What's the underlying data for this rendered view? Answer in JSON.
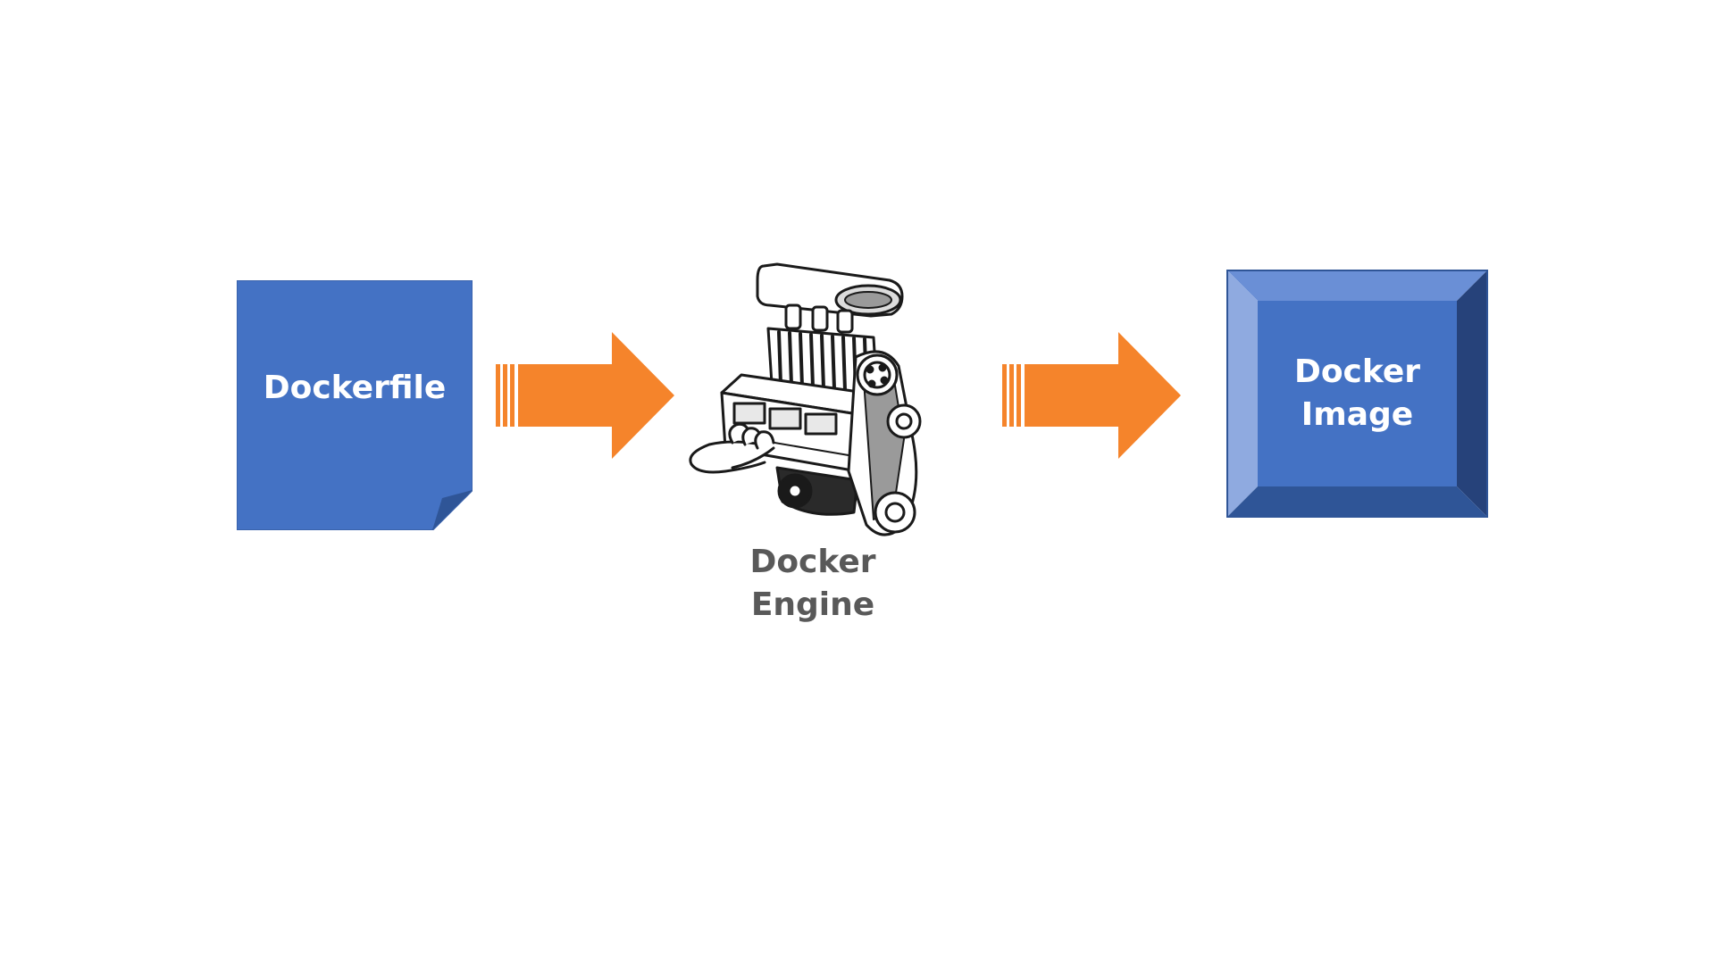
{
  "diagram": {
    "nodes": {
      "dockerfile": {
        "label": "Dockerfile"
      },
      "engine": {
        "line1": "Docker",
        "line2": "Engine"
      },
      "image": {
        "line1": "Docker",
        "line2": "Image"
      }
    },
    "edges": [
      {
        "from": "dockerfile",
        "to": "engine"
      },
      {
        "from": "engine",
        "to": "image"
      }
    ],
    "colors": {
      "box_blue": "#4472C4",
      "arrow_orange": "#F5842B",
      "engine_label": "#595959"
    },
    "icons": {
      "dockerfile_shape": "folded-page-icon",
      "engine_shape": "engine-icon",
      "image_shape": "bevel-box-icon",
      "edge_shape": "striped-arrow-icon"
    }
  }
}
